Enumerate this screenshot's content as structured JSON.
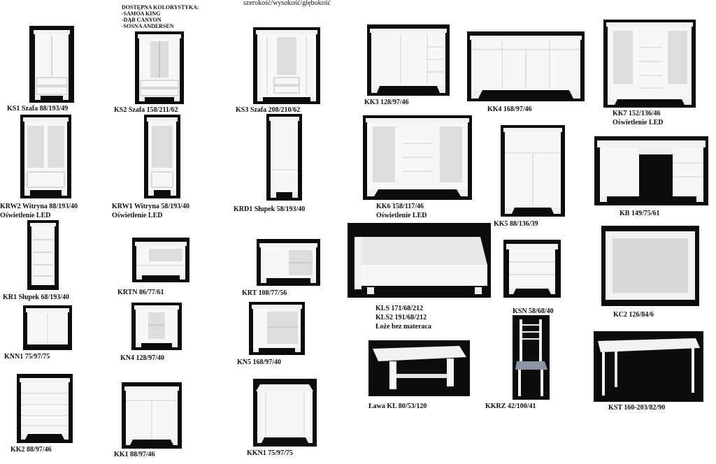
{
  "header": {
    "colors_title": "DOSTĘPNA KOLORYSTYKA:",
    "colors": [
      "-SAMOA KING",
      "-DĄB CANYON",
      "-SOSNA ANDERSEN"
    ],
    "dimensions_legend": "szerokość/wysokość/głębokość"
  },
  "products": [
    {
      "id": "ks1",
      "label": "KS1 Szafa 88/193/49"
    },
    {
      "id": "ks2",
      "label": "KS2 Szafa 158/211/62"
    },
    {
      "id": "ks3",
      "label": "KS3 Szafa 208/210/62"
    },
    {
      "id": "kk3",
      "label": "KK3   128/97/46"
    },
    {
      "id": "kk4",
      "label": "KK4   168/97/46"
    },
    {
      "id": "kk7",
      "label": "KK7   152/136/46",
      "extra": "Oświetlenie LED"
    },
    {
      "id": "krw2",
      "label": "KRW2 Witryna 88/193/40",
      "extra": "Oświetlenie LED"
    },
    {
      "id": "krw1",
      "label": "KRW1 Witryna 58/193/40",
      "extra": "Oświetlenie LED"
    },
    {
      "id": "krd1",
      "label": "KRD1 Słupek 58/193/40"
    },
    {
      "id": "kk6",
      "label": "KK6   158/117/46",
      "extra": "Oświetlenie LED"
    },
    {
      "id": "kk5",
      "label": "KK5   88/136/39"
    },
    {
      "id": "kb",
      "label": "KB   149/75/61"
    },
    {
      "id": "kr1",
      "label": "KR1 Słupek 68/193/40"
    },
    {
      "id": "krtn",
      "label": "KRTN     86/77/61"
    },
    {
      "id": "krt",
      "label": "KRT     108/77/56"
    },
    {
      "id": "kls",
      "label": "KLS   171/68/212",
      "extra": "KLS2  191/68/212",
      "extra2": "Łoże bez materaca"
    },
    {
      "id": "ksn",
      "label": "KSN   58/68/40"
    },
    {
      "id": "kc2",
      "label": "KC2   126/84/6"
    },
    {
      "id": "knn1",
      "label": "KNN1    75/97/75"
    },
    {
      "id": "kn4",
      "label": "KN4   128/97/40"
    },
    {
      "id": "kn5",
      "label": "KN5    168/97/40"
    },
    {
      "id": "kl",
      "label": "Ława KL 80/53/120"
    },
    {
      "id": "kkrz",
      "label": "KKRZ   42/100/41"
    },
    {
      "id": "kst",
      "label": "KST 160-203/82/90"
    },
    {
      "id": "kk2",
      "label": "KK2   88/97/46"
    },
    {
      "id": "kk1",
      "label": "KK1    88/97/46"
    },
    {
      "id": "kkn1",
      "label": "KKN1   75/97/75"
    }
  ]
}
